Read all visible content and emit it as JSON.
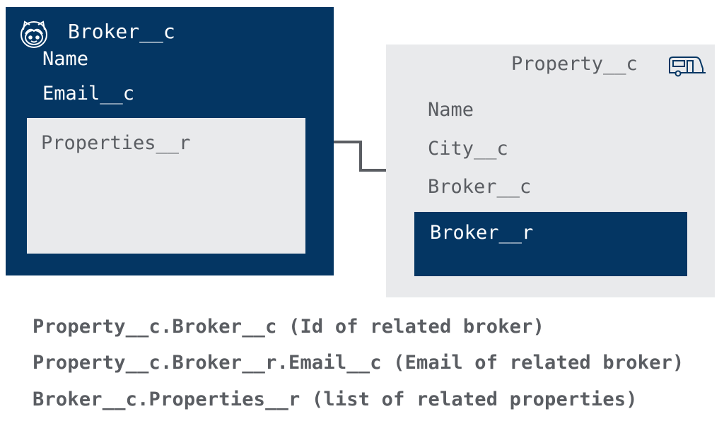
{
  "broker": {
    "title": "Broker__c",
    "icon": "astro-mascot-icon",
    "fields": [
      "Name",
      "Email__c"
    ],
    "relationship": "Properties__r",
    "color": "#043663"
  },
  "property": {
    "title": "Property__c",
    "icon": "camper-trailer-icon",
    "fields": [
      "Name",
      "City__c",
      "Broker__c"
    ],
    "relationship": "Broker__r",
    "color": "#e9eaec"
  },
  "notes": [
    "Property__c.Broker__c (Id of related broker)",
    "Property__c.Broker__r.Email__c (Email of related broker)",
    "Broker__c.Properties__r (list of related properties)"
  ]
}
